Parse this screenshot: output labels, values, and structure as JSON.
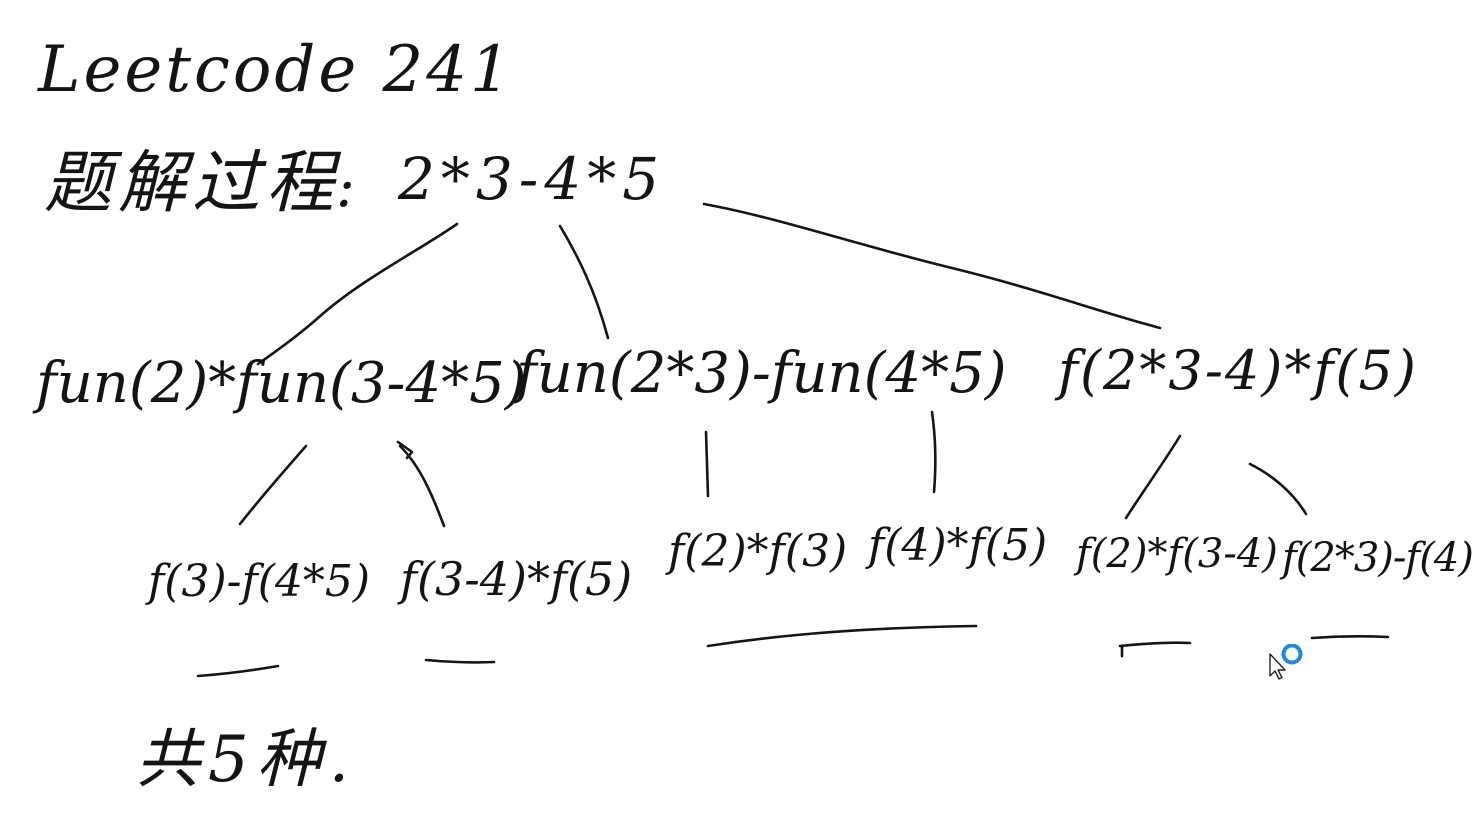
{
  "title": "Leetcode 241",
  "heading": {
    "label": "题解过程",
    "colon": ":",
    "expression": "2*3-4*5"
  },
  "splits": [
    "fun(2)*fun(3-4*5)",
    "fun(2*3)-fun(4*5)",
    "f(2*3-4)*f(5)"
  ],
  "sub_splits": [
    "f(3)-f(4*5)",
    "f(3-4)*f(5)",
    "f(2)*f(3)",
    "f(4)*f(5)",
    "f(2)*f(3-4)",
    "f(2*3)-f(4)"
  ],
  "total": "共5种.",
  "colors": {
    "ink": "#151515",
    "background": "#ffffff",
    "cursor_ring": "#1e88e5"
  },
  "icons": {
    "pointer": "pen-pointer-icon"
  }
}
